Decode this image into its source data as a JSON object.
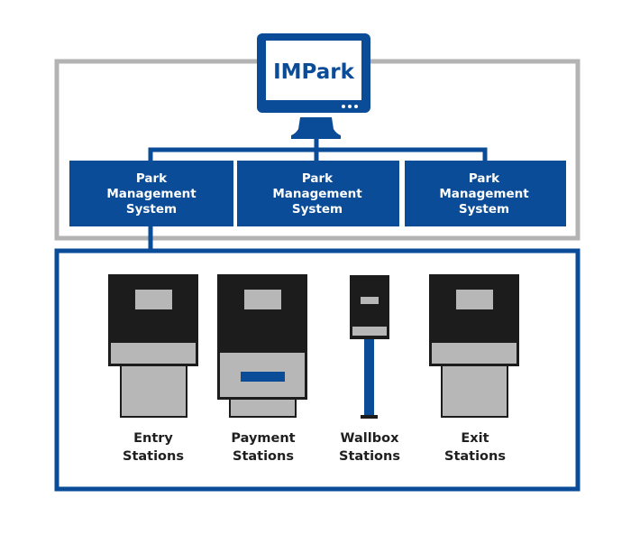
{
  "colors": {
    "primary_blue": "#0a4c97",
    "frame_gray": "#b3b3b3",
    "station_black": "#1c1c1c",
    "station_gray": "#b7b7b7",
    "text_dark": "#1f1f1f"
  },
  "monitor": {
    "title": "IMPark",
    "icon": "monitor-icon"
  },
  "management_systems": [
    {
      "lines": [
        "Park",
        "Management",
        "System"
      ]
    },
    {
      "lines": [
        "Park",
        "Management",
        "System"
      ]
    },
    {
      "lines": [
        "Park",
        "Management",
        "System"
      ]
    }
  ],
  "stations": [
    {
      "type": "entry",
      "icon": "entry-station-icon",
      "lines": [
        "Entry",
        "Stations"
      ]
    },
    {
      "type": "payment",
      "icon": "payment-station-icon",
      "lines": [
        "Payment",
        "Stations"
      ]
    },
    {
      "type": "wallbox",
      "icon": "wallbox-station-icon",
      "lines": [
        "Wallbox",
        "Stations"
      ]
    },
    {
      "type": "exit",
      "icon": "exit-station-icon",
      "lines": [
        "Exit",
        "Stations"
      ]
    }
  ]
}
